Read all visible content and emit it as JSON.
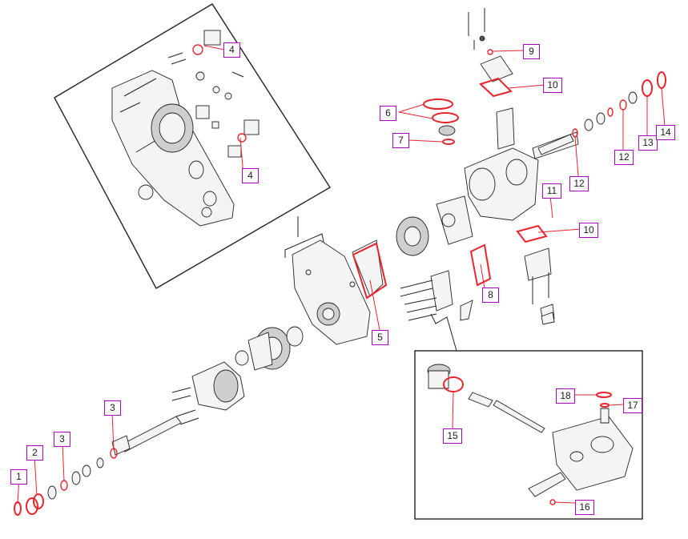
{
  "colors": {
    "seal_highlight": "#e8242c",
    "callout_border": "#b000c8",
    "line_art": "#222222"
  },
  "callouts": [
    {
      "id": "c1",
      "label": "1"
    },
    {
      "id": "c2",
      "label": "2"
    },
    {
      "id": "c3a",
      "label": "3"
    },
    {
      "id": "c3b",
      "label": "3"
    },
    {
      "id": "c4a",
      "label": "4"
    },
    {
      "id": "c4b",
      "label": "4"
    },
    {
      "id": "c5",
      "label": "5"
    },
    {
      "id": "c6",
      "label": "6"
    },
    {
      "id": "c7",
      "label": "7"
    },
    {
      "id": "c8",
      "label": "8"
    },
    {
      "id": "c9",
      "label": "9"
    },
    {
      "id": "c10a",
      "label": "10"
    },
    {
      "id": "c10b",
      "label": "10"
    },
    {
      "id": "c11",
      "label": "11"
    },
    {
      "id": "c12a",
      "label": "12"
    },
    {
      "id": "c12b",
      "label": "12"
    },
    {
      "id": "c13",
      "label": "13"
    },
    {
      "id": "c14",
      "label": "14"
    },
    {
      "id": "c15",
      "label": "15"
    },
    {
      "id": "c16",
      "label": "16"
    },
    {
      "id": "c17",
      "label": "17"
    },
    {
      "id": "c18",
      "label": "18"
    }
  ]
}
